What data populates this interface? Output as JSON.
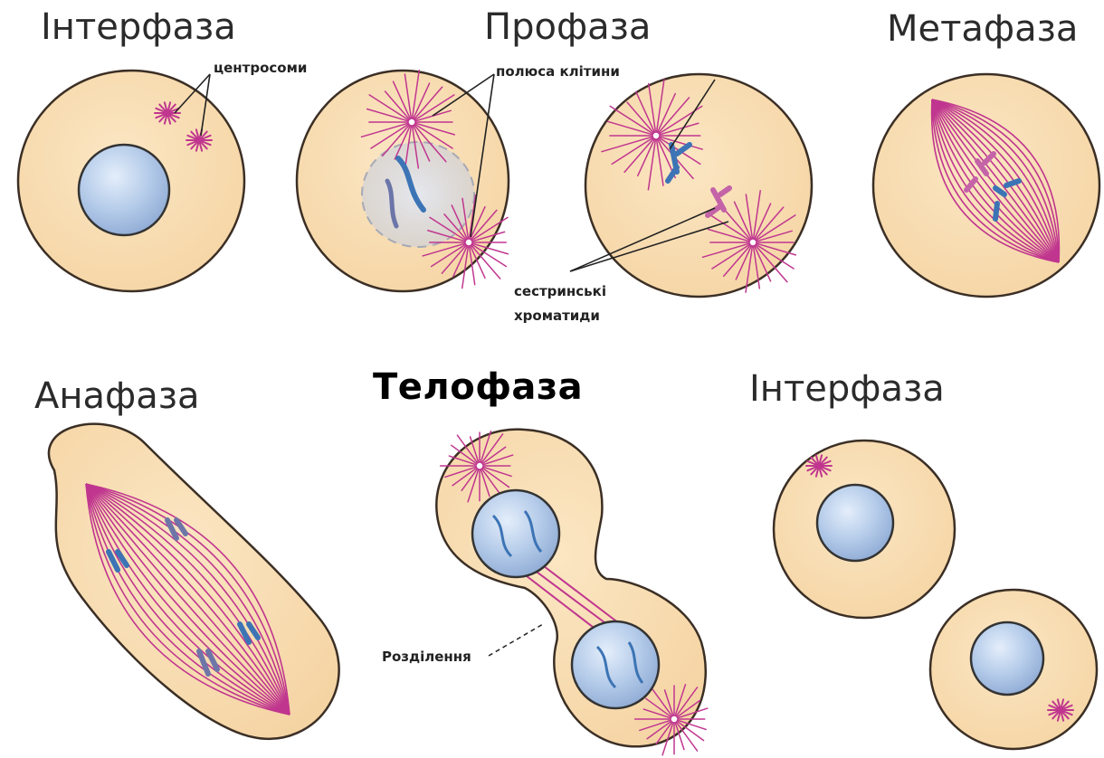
{
  "titles": {
    "interphase_1": "Інтерфаза",
    "prophase": "Профаза",
    "metaphase": "Метафаза",
    "anaphase": "Анафаза",
    "telophase": "Телофаза",
    "interphase_2": "Інтерфаза"
  },
  "labels": {
    "centrosomes": "центросоми",
    "cell_poles": "полюса клітини",
    "sister_chromatids_1": "сестринські",
    "sister_chromatids_2": "хроматиди",
    "separation": "Розділення"
  },
  "colors": {
    "cytoplasm": "#f8ddb2",
    "membrane": "#4a3a2a",
    "nucleus": "#a9c3e6",
    "spindle": "#c0368f",
    "chromosome": "#3f7fbf"
  }
}
